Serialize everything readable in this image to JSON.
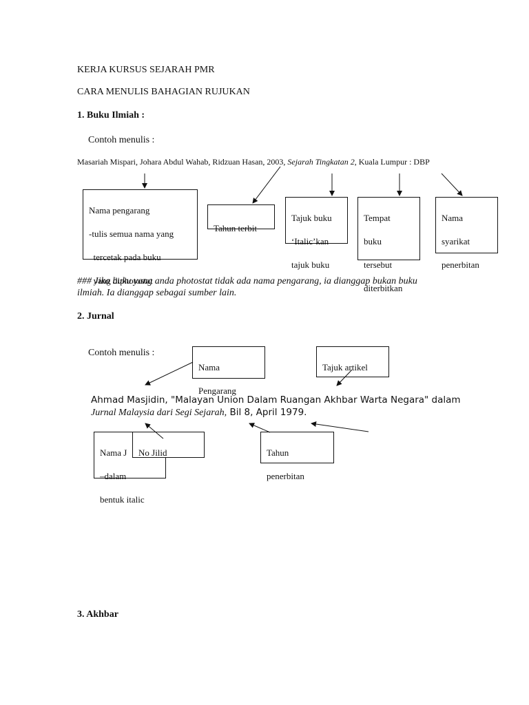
{
  "title": "KERJA KURSUS SEJARAH PMR",
  "subtitle": "CARA MENULIS BAHAGIAN RUJUKAN",
  "section1": {
    "heading": "1.  Buku Ilmiah :",
    "example_label": "Contoh menulis :",
    "citation": {
      "authors": "Masariah Mispari, Johara Abdul Wahab, Ridzuan Hasan, 2003, ",
      "title_italic": "Sejarah Tingkatan 2",
      "rest": ", Kuala Lumpur : DBP"
    },
    "boxes": {
      "author": [
        "Nama pengarang",
        "-tulis semua nama yang",
        "  tercetak pada buku",
        "  yang diphotostat"
      ],
      "year": [
        "Tahun terbit"
      ],
      "title": [
        "Tajuk buku",
        "‘Italic’kan",
        "tajuk buku"
      ],
      "place": [
        "Tempat",
        "buku",
        "tersebut",
        "diterbitkan"
      ],
      "publisher": [
        "Nama",
        "syarikat",
        "penerbitan"
      ]
    },
    "note_line1": "### Jika buku yang anda photostat tidak ada nama pengarang, ia dianggap bukan buku",
    "note_line2": "ilmiah.  Ia dianggap sebagai sumber lain."
  },
  "section2": {
    "heading": "2. Jurnal",
    "example_label": "Contoh menulis :",
    "boxes": {
      "author": [
        "Nama",
        "Pengarang"
      ],
      "article_title": [
        "Tajuk artikel"
      ],
      "journal_name": [
        "Nama J",
        "–dalam",
        "bentuk italic"
      ],
      "volume": [
        "No Jilid"
      ],
      "year": [
        "Tahun",
        "penerbitan"
      ]
    },
    "citation_line1": "Ahmad Masjidin, \"Malayan Union Dalam Ruangan Akhbar Warta Negara\" dalam",
    "citation_journal_italic": "Jurnal Malaysia dari Segi Sejarah,",
    "citation_line2_rest": " Bil 8, April 1979."
  },
  "section3": {
    "heading": "3.  Akhbar"
  }
}
